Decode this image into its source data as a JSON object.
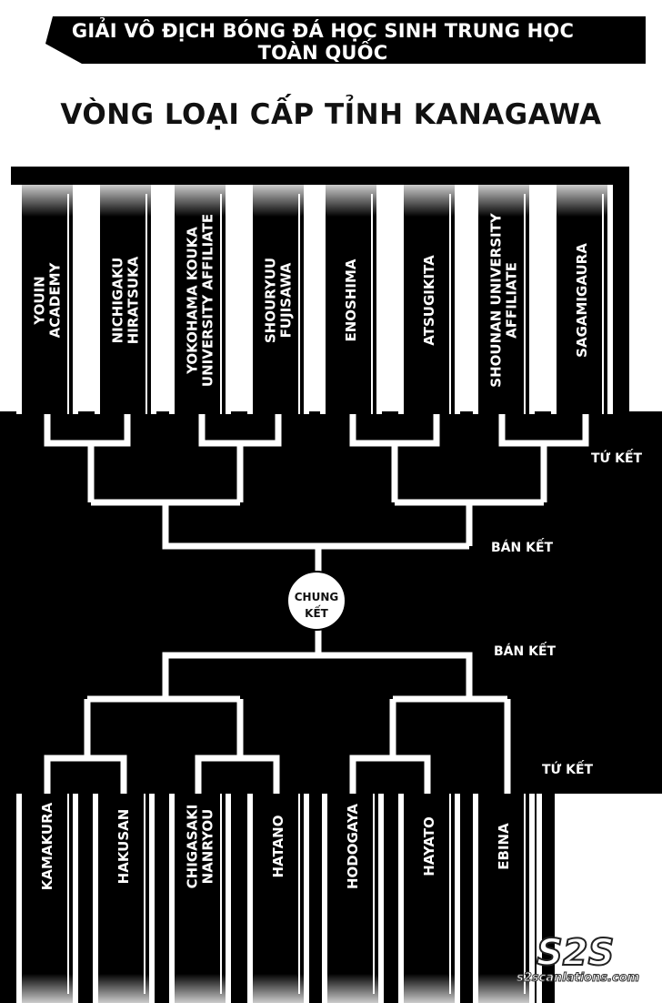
{
  "header": {
    "banner": "GIẢI VÔ ĐỊCH BÓNG ĐÁ HỌC SINH TRUNG HỌC TOÀN QUỐC",
    "subtitle": "VÒNG LOẠI CẤP TỈNH KANAGAWA"
  },
  "top_teams": [
    [
      "YOUIN",
      "ACADEMY"
    ],
    [
      "NICHIGAKU",
      "HIRATSUKA"
    ],
    [
      "YOKOHAMA KOUKA",
      "UNIVERSITY AFFILIATE"
    ],
    [
      "SHOURYUU",
      "FUJISAWA"
    ],
    [
      "ENOSHIMA"
    ],
    [
      "ATSUGIKITA"
    ],
    [
      "SHOUNAN UNIVERSITY",
      "AFFILIATE"
    ],
    [
      "SAGAMIGAURA"
    ]
  ],
  "bottom_teams": [
    [
      "KAMAKURA"
    ],
    [
      "HAKUSAN"
    ],
    [
      "CHIGASAKI",
      "NANRYOU"
    ],
    [
      "HATANO"
    ],
    [
      "HODOGAYA"
    ],
    [
      "HAYATO"
    ],
    [
      "EBINA"
    ]
  ],
  "rounds": {
    "quarterfinal_top": "TỨ KẾT",
    "semifinal_top": "BÁN KẾT",
    "final_line1": "CHUNG",
    "final_line2": "KẾT",
    "semifinal_bottom": "BÁN KẾT",
    "quarterfinal_bottom": "TỨ KẾT"
  },
  "watermark": {
    "logo": "S2S",
    "site": "s2scanlations.com"
  },
  "colors": {
    "ink": "#000000",
    "line": "#ffffff",
    "paper": "#ffffff"
  }
}
